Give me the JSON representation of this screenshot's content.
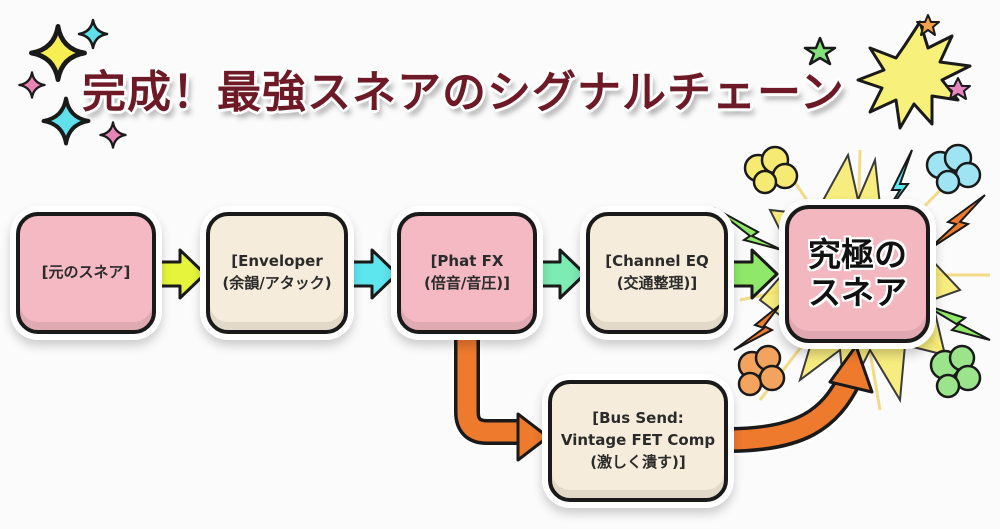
{
  "title": "完成！最強スネアのシグナルチェーン",
  "colors": {
    "title": "#6e1a26",
    "node_pink": "#f4b9c3",
    "node_cream": "#f6ecdb",
    "arrow_yellow": "#e6f53c",
    "arrow_cyan": "#5ee6ee",
    "arrow_mint": "#7eeab4",
    "arrow_green": "#8fe86a",
    "arrow_orange": "#ee7a2e"
  },
  "nodes": [
    {
      "id": "source",
      "lines": [
        "[元のスネア]"
      ]
    },
    {
      "id": "enveloper",
      "lines": [
        "[Enveloper",
        "(余韻/アタック)"
      ]
    },
    {
      "id": "phat-fx",
      "lines": [
        "[Phat FX",
        "(倍音/音圧)]"
      ]
    },
    {
      "id": "channel-eq",
      "lines": [
        "[Channel EQ",
        "(交通整理)]"
      ]
    },
    {
      "id": "bus-send",
      "lines": [
        "[Bus Send:",
        "Vintage FET Comp",
        "(激しく潰す)]"
      ]
    }
  ],
  "result": {
    "lines": [
      "究極の",
      "スネア"
    ]
  },
  "connections": [
    {
      "from": "source",
      "to": "enveloper",
      "color": "arrow_yellow"
    },
    {
      "from": "enveloper",
      "to": "phat-fx",
      "color": "arrow_cyan"
    },
    {
      "from": "phat-fx",
      "to": "channel-eq",
      "color": "arrow_mint"
    },
    {
      "from": "channel-eq",
      "to": "result",
      "color": "arrow_green"
    },
    {
      "from": "phat-fx",
      "to": "bus-send",
      "color": "arrow_orange"
    },
    {
      "from": "bus-send",
      "to": "result",
      "color": "arrow_orange"
    }
  ]
}
